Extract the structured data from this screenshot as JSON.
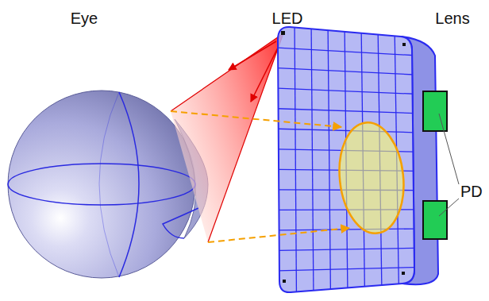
{
  "diagram": {
    "labels": [
      "Eye",
      "LED",
      "Lens",
      "PD"
    ]
  }
}
